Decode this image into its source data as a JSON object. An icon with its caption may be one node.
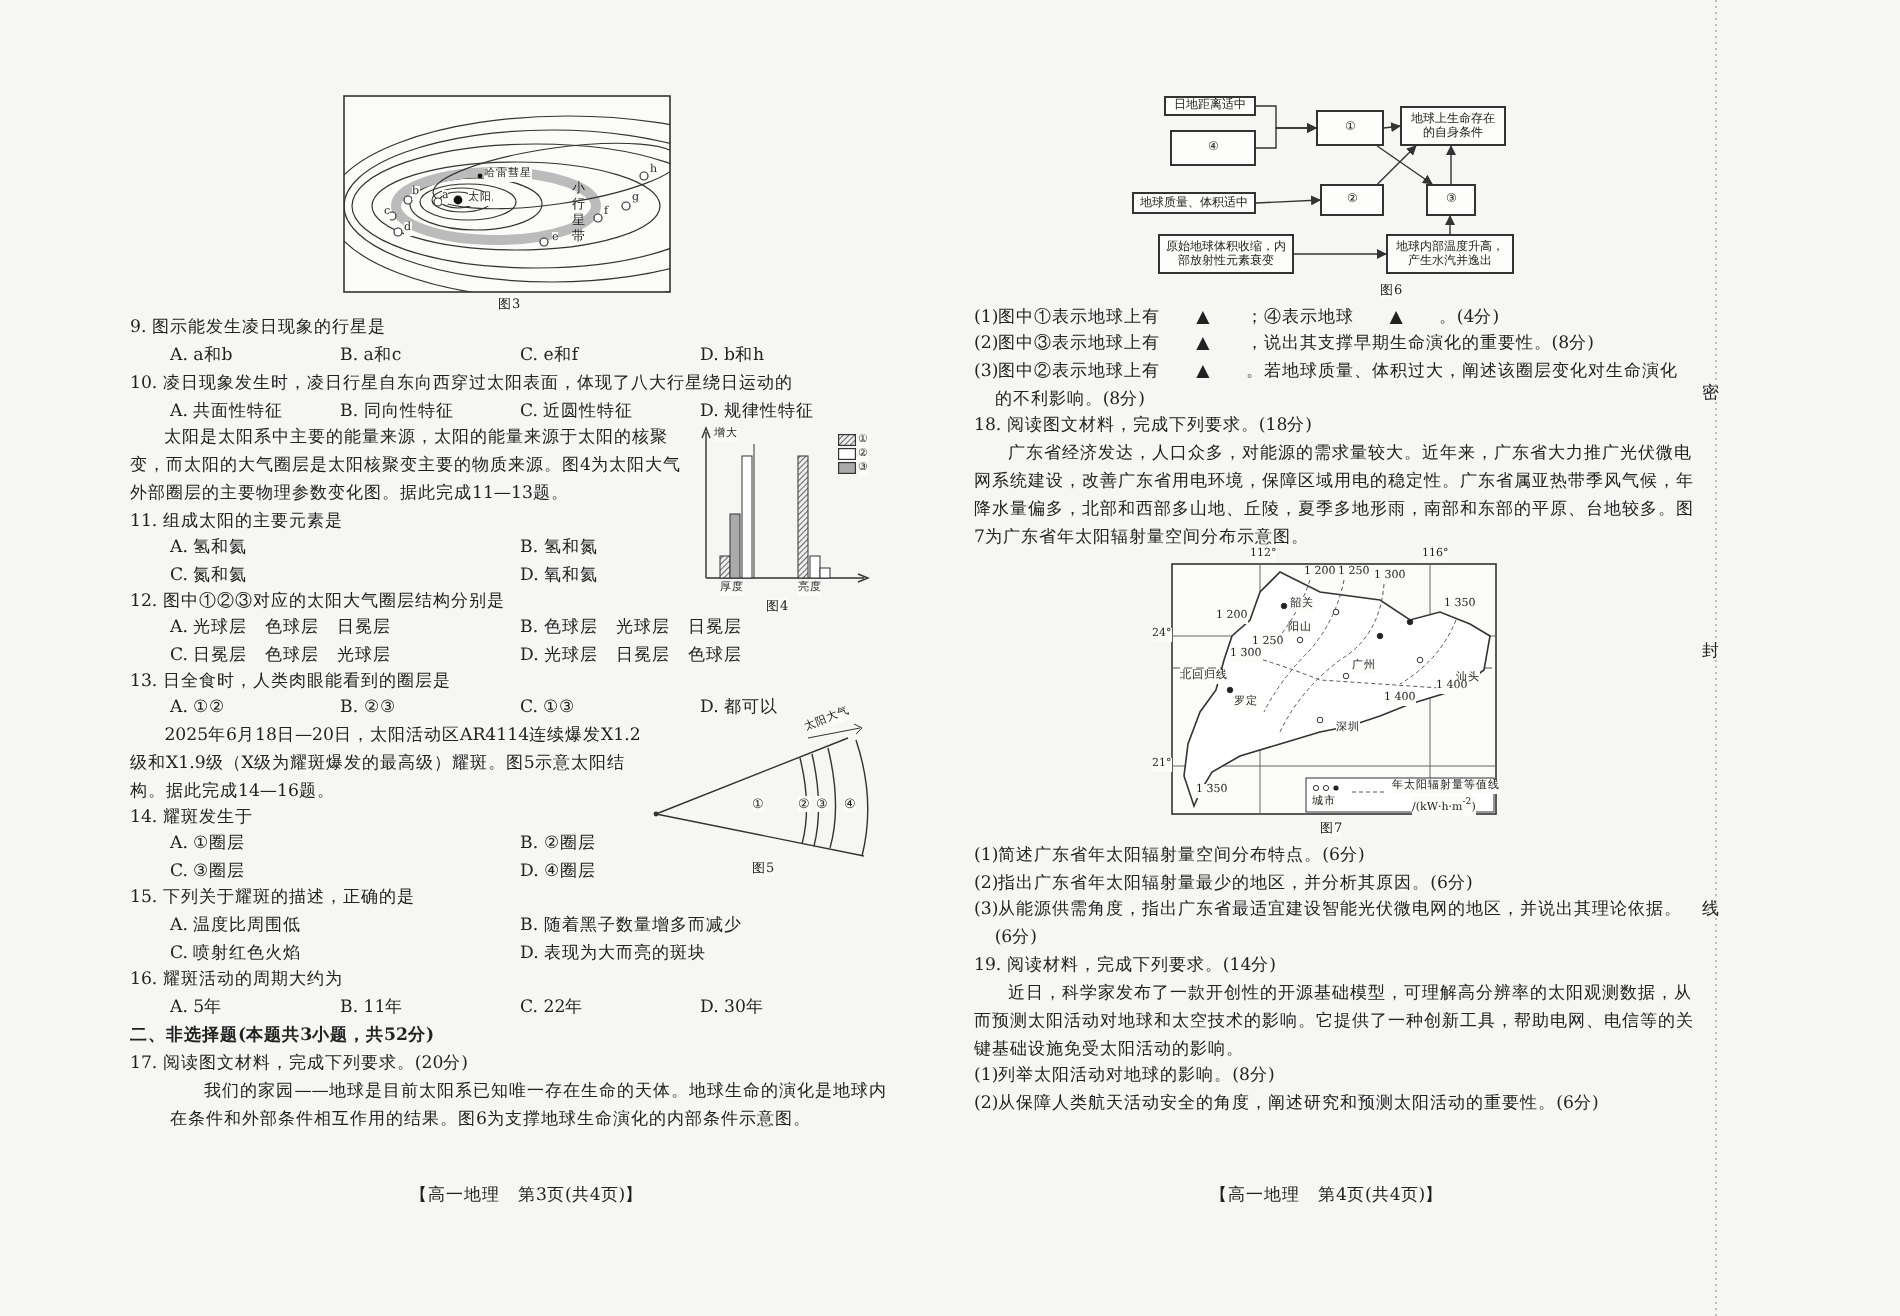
{
  "diagram": {
    "nodes": [
      {
        "text": [
          "日地距离适中"
        ]
      },
      {
        "text": [
          "④"
        ]
      },
      {
        "text": [
          "①"
        ]
      },
      {
        "text": [
          "地球上生命存在的自身条件"
        ]
      },
      {
        "text": [
          "地球质量、体积适中"
        ]
      },
      {
        "text": [
          "②"
        ]
      },
      {
        "text": [
          "③"
        ]
      },
      {
        "text": [
          "原始地球体积收缩，内部放射性元素衰变"
        ]
      },
      {
        "text": [
          "地球内部温度升高，产生水汽并逸出"
        ]
      }
    ],
    "edges": [
      {
        "from": 0,
        "to": 2,
        "arrow": "to"
      },
      {
        "from": 1,
        "to": 2,
        "arrow": "to"
      },
      {
        "from": 2,
        "to": 3,
        "arrow": "to"
      },
      {
        "from": 2,
        "to": 6,
        "arrow": "to"
      },
      {
        "from": 4,
        "to": 5,
        "arrow": "to"
      },
      {
        "from": 5,
        "to": 3,
        "arrow": "to"
      },
      {
        "from": 6,
        "to": 3,
        "arrow": "to"
      },
      {
        "from": 7,
        "to": 8,
        "arrow": "to"
      },
      {
        "from": 8,
        "to": 6,
        "arrow": "to"
      }
    ],
    "labels": [
      "哈雷彗星",
      "太阳",
      "a",
      "b",
      "c",
      "d",
      "e",
      "f",
      "g",
      "h",
      "小行星带",
      "图3",
      "9. 图示能发生凌日现象的行星是",
      "A. a和b",
      "B. a和c",
      "C. e和f",
      "D. b和h",
      "10. 凌日现象发生时，凌日行星自东向西穿过太阳表面，体现了八大行星绕日运动的",
      "A. 共面性特征",
      "B. 同向性特征",
      "C. 近圆性特征",
      "D. 规律性特征",
      "太阳是太阳系中主要的能量来源，太阳的能量来源于太阳的核聚变，而太阳的大气圈层是太阳核聚变主要的物质来源。图4为太阳大气外部圈层的主要物理参数变化图。据此完成11—13题。",
      "增大",
      "厚度",
      "亮度",
      "图4",
      "11. 组成太阳的主要元素是",
      "A. 氢和氦",
      "B. 氢和氮",
      "C. 氮和氦",
      "D. 氧和氦",
      "12. 图中①②③对应的太阳大气圈层结构分别是",
      "A. 光球层　色球层　日冕层",
      "B. 色球层　光球层　日冕层",
      "C. 日冕层　色球层　光球层",
      "D. 光球层　日冕层　色球层",
      "13. 日全食时，人类肉眼能看到的圈层是",
      "A. ①②",
      "B. ②③",
      "C. ①③",
      "D. 都可以",
      "2025年6月18日—20日，太阳活动区AR4114连续爆发X1.2级和X1.9级（X级为耀斑爆发的最高级）耀斑。图5示意太阳结构。据此完成14—16题。",
      "太阳大气",
      "①",
      "②",
      "③",
      "④",
      "图5",
      "14. 耀斑发生于",
      "A. ①圈层",
      "B. ②圈层",
      "C. ③圈层",
      "D. ④圈层",
      "15. 下列关于耀斑的描述，正确的是",
      "A. 温度比周围低",
      "B. 随着黑子数量增多而减少",
      "C. 喷射红色火焰",
      "D. 表现为大而亮的斑块",
      "16. 耀斑活动的周期大约为",
      "A. 5年",
      "B. 11年",
      "C. 22年",
      "D. 30年",
      "二、非选择题(本题共3小题，共52分)",
      "17. 阅读图文材料，完成下列要求。(20分)",
      "我们的家园——地球是目前太阳系已知唯一存在生命的天体。地球生命的演化是地球内在条件和外部条件相互作用的结果。图6为支撑地球生命演化的内部条件示意图。",
      "【高一地理　第3页(共4页)】",
      "图6",
      "(1)图中①表示地球上有　　▲　　；④表示地球　　▲　　。(4分)",
      "(2)图中③表示地球上有　　▲　　，说出其支撑早期生命演化的重要性。(8分)",
      "(3)图中②表示地球上有　　▲　　。若地球质量、体积过大，阐述该圈层变化对生命演化的不利影响。(8分)",
      "18. 阅读图文材料，完成下列要求。(18分)",
      "广东省经济发达，人口众多，对能源的需求量较大。近年来，广东省大力推广光伏微电网系统建设，改善广东省用电环境，保障区域用电的稳定性。广东省属亚热带季风气候，年降水量偏多，北部和西部多山地、丘陵，夏季多地形雨，南部和东部的平原、台地较多。图7为广东省年太阳辐射量空间分布示意图。",
      "112°",
      "116°",
      "1 200",
      "1 250",
      "1 300",
      "1 350",
      "1 200",
      "韶关",
      "阳山",
      "24°",
      "1 250",
      "1 300",
      "北回归线",
      "广州",
      "汕头",
      "1 400",
      "1 400",
      "罗定",
      "深圳",
      "21°",
      "1 350",
      "城市",
      "年太阳辐射量等值线",
      "/(kW·h·m$^{-2}$)",
      "图7",
      "(1)简述广东省年太阳辐射量空间分布特点。(6分)",
      "(2)指出广东省年太阳辐射量最少的地区，并分析其原因。(6分)",
      "(3)从能源供需角度，指出广东省最适宜建设智能光伏微电网的地区，并说出其理论依据。(6分)",
      "19. 阅读材料，完成下列要求。(14分)",
      "近日，科学家发布了一款开创性的开源基础模型，可理解高分辨率的太阳观测数据，从而预测太阳活动对地球和太空技术的影响。它提供了一种创新工具，帮助电网、电信等的关键基础设施免受太阳活动的影响。",
      "(1)列举太阳活动对地球的影响。(8分)",
      "(2)从保障人类航天活动安全的角度，阐述研究和预测太阳活动的重要性。(6分)",
      "【高一地理　第4页(共4页)】",
      "密",
      "封",
      "线"
    ],
    "legend": [
      {
        "text": "①"
      },
      {
        "text": "②"
      },
      {
        "text": "③"
      }
    ]
  }
}
